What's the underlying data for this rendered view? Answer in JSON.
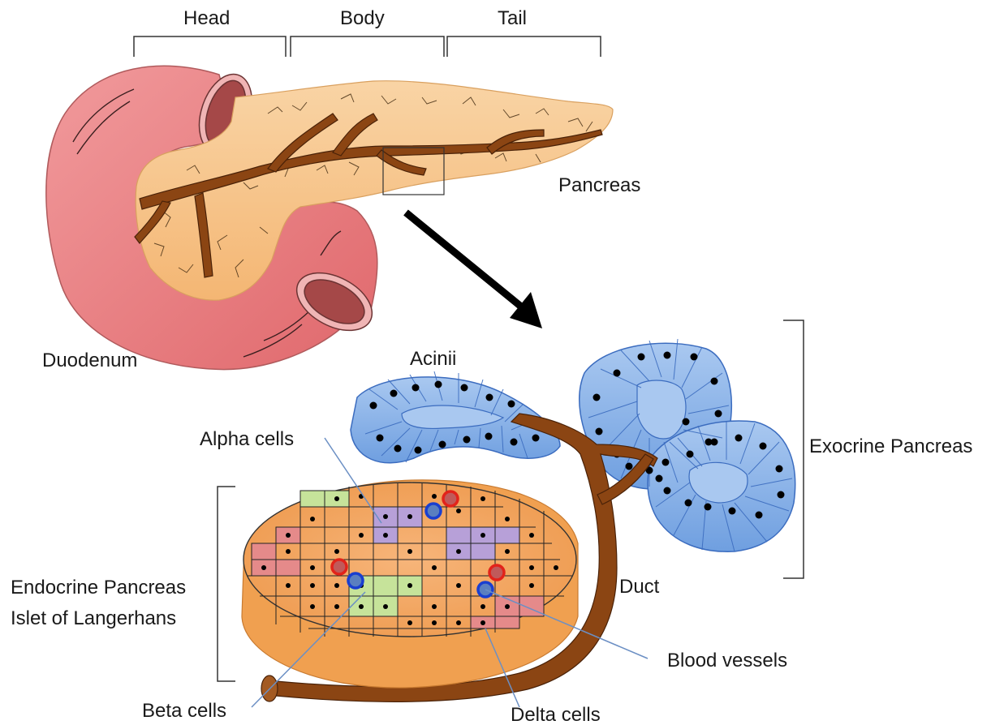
{
  "regions": {
    "head": "Head",
    "body": "Body",
    "tail": "Tail"
  },
  "organs": {
    "pancreas": "Pancreas",
    "duodenum": "Duodenum"
  },
  "exocrine": {
    "acinii": "Acinii",
    "title": "Exocrine Pancreas",
    "duct": "Duct"
  },
  "endocrine": {
    "title_line1": "Endocrine Pancreas",
    "title_line2": "Islet of Langerhans"
  },
  "cells": {
    "alpha": "Alpha cells",
    "beta": "Beta cells",
    "delta": "Delta cells",
    "blood_vessels": "Blood vessels"
  },
  "colors": {
    "duodenum": "#e98285",
    "pancreas": "#f7c890",
    "duct": "#8b4513",
    "acini": "#8fb7ea",
    "islet": "#f4a560",
    "alpha_cell": "#b7a0d8",
    "beta_cell": "#c6e39a",
    "delta_cell": "#e58a8a",
    "vessel_red": "#e2231a",
    "vessel_blue": "#1a3fd0"
  }
}
